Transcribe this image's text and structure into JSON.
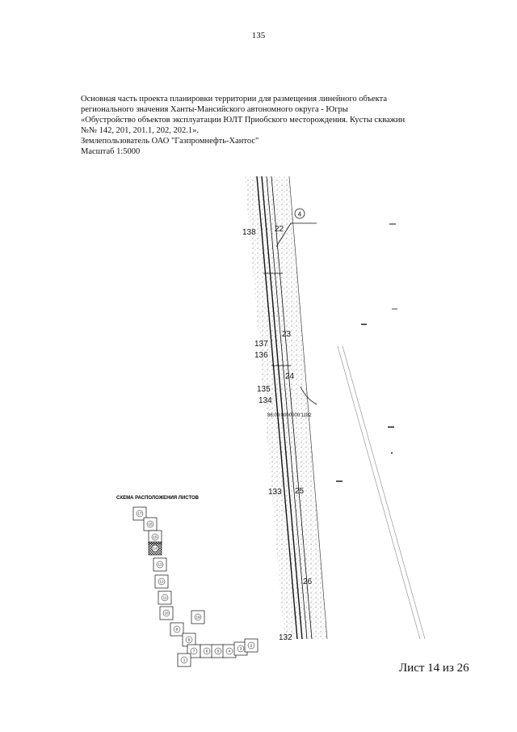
{
  "page_number": "135",
  "header": {
    "lines": [
      "Основная часть проекта планировки территории для размещения линейного объекта",
      "регионального значения Ханты-Мансийского автономного округа - Югры",
      "«Обустройство объектов эксплуатации ЮЛТ Приобского месторождения. Кусты скважин",
      "№№ 142, 201, 201.1, 202, 202.1».",
      "Землепользователь ОАО \"Газпромнефть-Хантос\"",
      "Масштаб 1:5000"
    ]
  },
  "map": {
    "callout": "4",
    "cadastral": "86:00:0000000:1182",
    "labels": {
      "l138": "138",
      "l22": "22",
      "l137": "137",
      "l23": "23",
      "l136": "136",
      "l24": "24",
      "l135": "135",
      "l134": "134",
      "l133": "133",
      "l25": "25",
      "l26": "26",
      "l132": "132"
    }
  },
  "scheme": {
    "title": "СХЕМА РАСПОЛОЖЕНИЯ ЛИСТОВ",
    "cells": [
      "17",
      "16",
      "15",
      "14",
      "13",
      "12",
      "11",
      "10",
      "9",
      "8",
      "19",
      "7",
      "6",
      "5",
      "4",
      "3",
      "2",
      "1"
    ]
  },
  "footer": {
    "sheet": "Лист 14 из 26"
  }
}
